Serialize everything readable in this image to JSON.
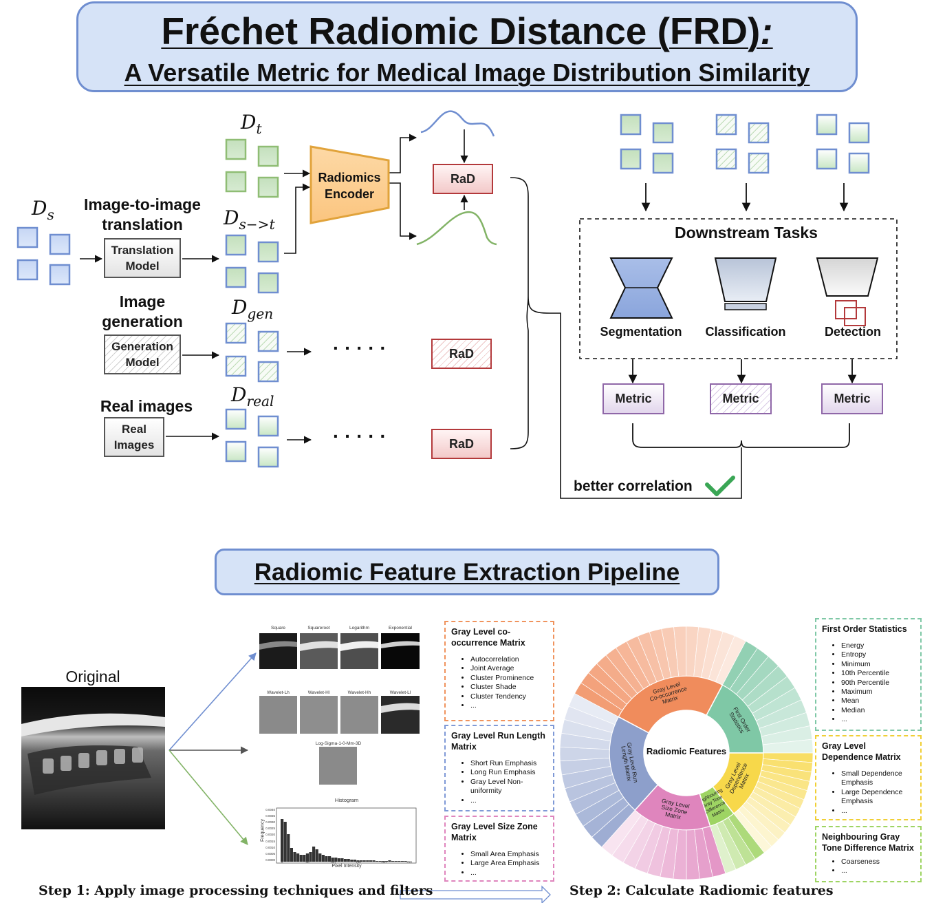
{
  "title": {
    "line1": "Fréchet Radiomic Distance (FRD)",
    "line1_suffix": ":",
    "line2": "A Versatile Metric for Medical Image Distribution Similarity"
  },
  "top": {
    "d_s": "D",
    "d_s_sub": "s",
    "d_t": "D",
    "d_t_sub": "t",
    "d_st": "D",
    "d_st_sub": "s−>t",
    "d_gen": "D",
    "d_gen_sub": "gen",
    "d_real": "D",
    "d_real_sub": "real",
    "i2i_label_1": "Image-to-image",
    "i2i_label_2": "translation",
    "translation_model_1": "Translation",
    "translation_model_2": "Model",
    "gen_label_1": "Image",
    "gen_label_2": "generation",
    "generation_model_1": "Generation",
    "generation_model_2": "Model",
    "real_label": "Real images",
    "real_box_1": "Real",
    "real_box_2": "Images",
    "encoder_1": "Radiomics",
    "encoder_2": "Encoder",
    "rad": "RaD",
    "dots": "· · · · ·",
    "downstream_title": "Downstream Tasks",
    "tasks": [
      "Segmentation",
      "Classification",
      "Detection"
    ],
    "metric": "Metric",
    "better_correlation": "better correlation"
  },
  "bottom": {
    "title": "Radiomic Feature Extraction Pipeline",
    "original": "Original",
    "filters_row1": [
      "Square",
      "Squareroot",
      "Logarithm",
      "Exponential"
    ],
    "filters_row2": [
      "Wavelet-Lh",
      "Wavelet-Hl",
      "Wavelet-Hh",
      "Wavelet-Ll"
    ],
    "log_filter": "Log-Sigma-1-0-Mm-3D",
    "histogram": {
      "title": "Histogram",
      "xlabel": "Pixel Intensity",
      "ylabel": "Frequency",
      "yticks": [
        "0.0040",
        "0.0035",
        "0.0030",
        "0.0025",
        "0.0020",
        "0.0015",
        "0.0010",
        "0.0005",
        "0.0000"
      ],
      "xticks": [
        "0",
        "50",
        "100",
        "150",
        "200",
        "250"
      ]
    },
    "glcm": {
      "title": "Gray Level co-occurrence Matrix",
      "items": [
        "Autocorrelation",
        "Joint Average",
        "Cluster Prominence",
        "Cluster Shade",
        "Cluster Tendency",
        "..."
      ]
    },
    "glrlm": {
      "title": "Gray Level Run Length Matrix",
      "items": [
        "Short Run Emphasis",
        "Long Run Emphasis",
        "Gray Level Non-uniformity",
        "..."
      ]
    },
    "glszm": {
      "title": "Gray Level Size Zone Matrix",
      "items": [
        "Small Area Emphasis",
        "Large Area Emphasis",
        "..."
      ]
    },
    "first_order": {
      "title": "First Order Statistics",
      "items": [
        "Energy",
        "Entropy",
        "Minimum",
        "10th Percentile",
        "90th Percentile",
        "Maximum",
        "Mean",
        "Median",
        "..."
      ]
    },
    "gldm": {
      "title": "Gray Level Dependence Matrix",
      "items": [
        "Small Dependence Emphasis",
        "Large Dependence Emphasis",
        "..."
      ]
    },
    "ngtdm": {
      "title": "Neighbouring Gray Tone Difference Matrix",
      "items": [
        "Coarseness",
        "..."
      ]
    },
    "sunburst_center": "Radiomic Features",
    "sunburst_segments": [
      {
        "label": "Gray Level Co-occurrence Matrix",
        "color": "#f08c5c"
      },
      {
        "label": "First Order Statistics",
        "color": "#7fc8a6"
      },
      {
        "label": "Gray Level Dependence Matrix",
        "color": "#f7d84a"
      },
      {
        "label": "Neighbouring Gray Tone Difference Matrix",
        "color": "#9ed463"
      },
      {
        "label": "Gray Level Size Zone Matrix",
        "color": "#df85bd"
      },
      {
        "label": "Gray Level Run Length Matrix",
        "color": "#8d9fcb"
      }
    ],
    "step1": "Step 1: Apply image processing techniques and filters",
    "step2": "Step 2: Calculate Radiomic features"
  }
}
